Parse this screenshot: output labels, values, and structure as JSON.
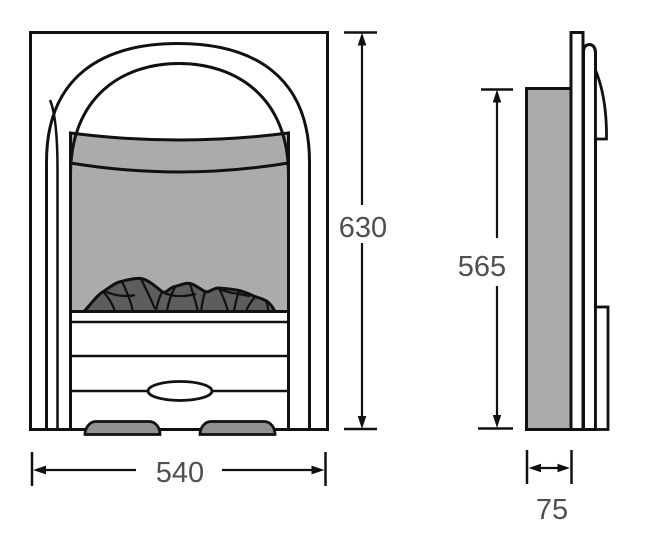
{
  "dimensions": {
    "front_height": "630",
    "front_width": "540",
    "side_height": "565",
    "side_depth": "75"
  },
  "colors": {
    "line": "#111111",
    "panel_gray": "#ababab",
    "coal_gray": "#5d5d5d",
    "foot_gray": "#919191",
    "dim_text": "#4f4f4f",
    "background": "#ffffff"
  }
}
